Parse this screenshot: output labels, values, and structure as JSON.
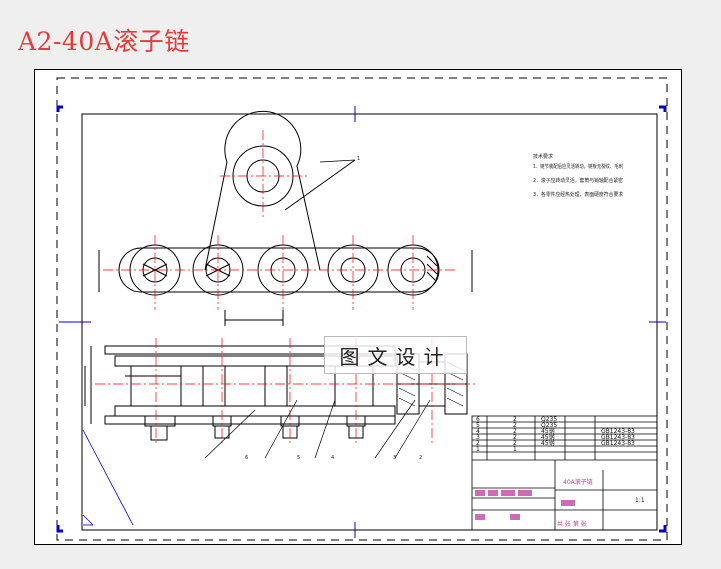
{
  "page": {
    "title": "A2-40A滚子链"
  },
  "watermark": {
    "text": "图文设计"
  },
  "notes": {
    "heading": "技术要求",
    "items": [
      "1．链节装配后应灵活转动，链板无裂纹、毛刺",
      "2．滚子应转动灵活，套筒与销轴配合紧密",
      "3．各零件应经热处理，表面硬度符合要求"
    ]
  },
  "part_callouts": [
    "1",
    "2",
    "3",
    "4",
    "5",
    "6"
  ],
  "parts_list": [
    {
      "no": "6",
      "qty": "2",
      "material": "Q235",
      "standard": ""
    },
    {
      "no": "5",
      "qty": "2",
      "material": "Q235",
      "standard": ""
    },
    {
      "no": "4",
      "qty": "2",
      "material": "45钢",
      "standard": "GB1243-83"
    },
    {
      "no": "3",
      "qty": "2",
      "material": "45钢",
      "standard": "GB1243-83"
    },
    {
      "no": "2",
      "qty": "2",
      "material": "45钢",
      "standard": "GB1243-83"
    },
    {
      "no": "1",
      "qty": "1",
      "material": "",
      "standard": ""
    }
  ],
  "title_block": {
    "drawing_name": "40A滚子链",
    "sheet_info": "共  张 第  张",
    "scale": "1:1"
  },
  "colors": {
    "title_red": "#e53a3a",
    "centerline_red": "#ff0000",
    "blue": "#0000cc",
    "title_block_magenta": "#c0399e"
  }
}
